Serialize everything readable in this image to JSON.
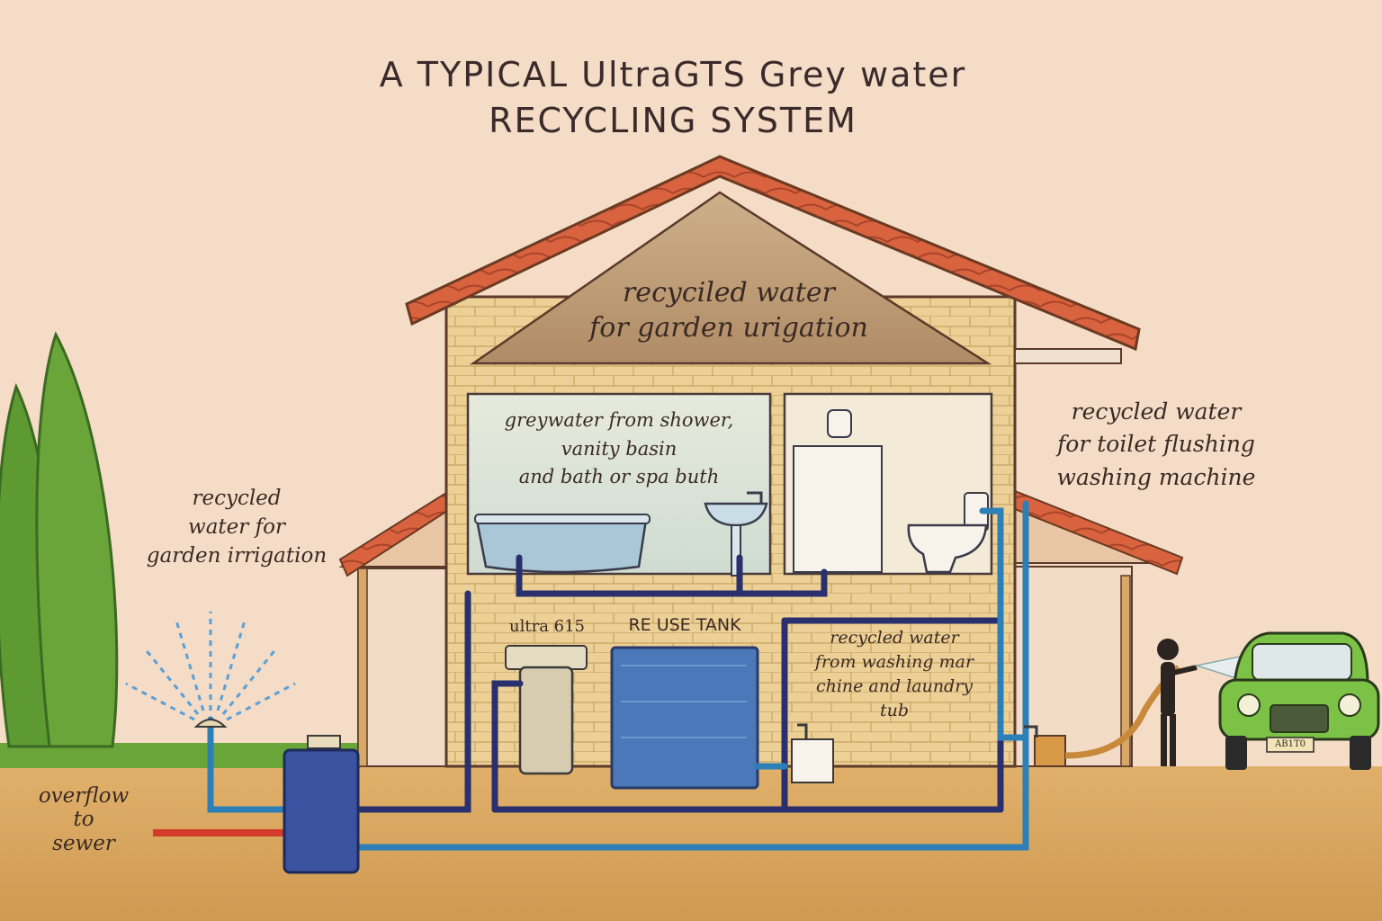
{
  "title": {
    "line1": "A TYPICAL UltraGTS Grey water",
    "line2": "RECYCLING SYSTEM"
  },
  "labels": {
    "attic": [
      "recyciled water",
      "for garden urigation"
    ],
    "bathroom": [
      "greywater from shower,",
      "vanity basin",
      "and bath or spa buth"
    ],
    "toilet_flushing": [
      "recycled water",
      "for toilet flushing",
      "washing machine"
    ],
    "garden_irrigation_left": [
      "recycled",
      "water for",
      "garden irrigation"
    ],
    "filter": "ultra 615",
    "tank": "RE USE TANK",
    "laundry": [
      "recycled water",
      "from washing mar",
      "chine and laundry",
      "tub"
    ],
    "overflow": [
      "overflow",
      "to",
      "sewer"
    ],
    "car_plate": "AB1T0"
  },
  "colors": {
    "background": "#f4dcc6",
    "roof_tile": "#d9633e",
    "brick": "#e9c98b",
    "pipe_dark": "#2a2f6e",
    "pipe_light": "#2d7fb8",
    "tank_blue": "#4a78b8",
    "ground": "#d9a45a",
    "grass": "#6aa53a",
    "car_green": "#7cc246",
    "overflow_pipe": "#d23a2a"
  },
  "icons": [
    "sprinkler-icon",
    "bathtub-icon",
    "basin-icon",
    "toilet-icon",
    "cistern-icon",
    "filter-icon",
    "tank-icon",
    "laundry-tub-icon",
    "tap-icon",
    "person-icon",
    "car-icon",
    "tree-icon"
  ]
}
